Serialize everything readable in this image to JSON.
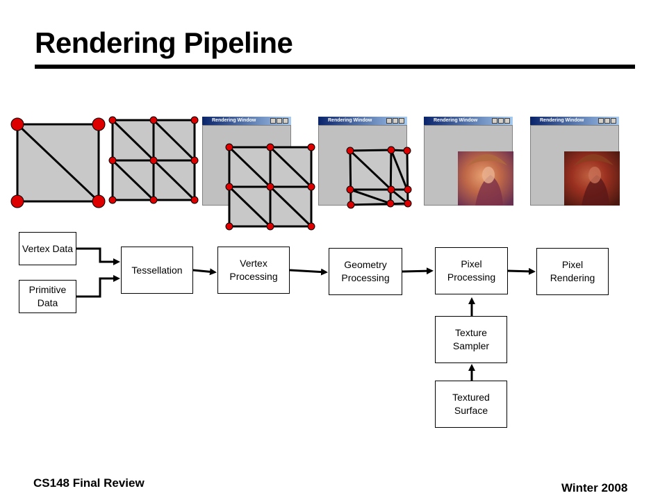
{
  "slide": {
    "title": "Rendering Pipeline",
    "footer_left": "CS148 Final Review",
    "footer_right": "Winter 2008"
  },
  "windows": [
    {
      "title": "Rendering Window"
    },
    {
      "title": "Rendering Window"
    },
    {
      "title": "Rendering Window"
    },
    {
      "title": "Rendering Window"
    }
  ],
  "nodes": {
    "vertex_data": "Vertex Data",
    "primitive_data": "Primitive Data",
    "tessellation": "Tessellation",
    "vertex_processing": "Vertex Processing",
    "geometry_processing": "Geometry Processing",
    "pixel_processing": "Pixel Processing",
    "pixel_rendering": "Pixel Rendering",
    "texture_sampler": "Texture Sampler",
    "textured_surface": "Textured Surface"
  },
  "colors": {
    "vertex": "#dd0000",
    "mesh_fill": "#c8c8c8",
    "window_bar": "#0a246a",
    "window_body": "#c0c0c0"
  }
}
